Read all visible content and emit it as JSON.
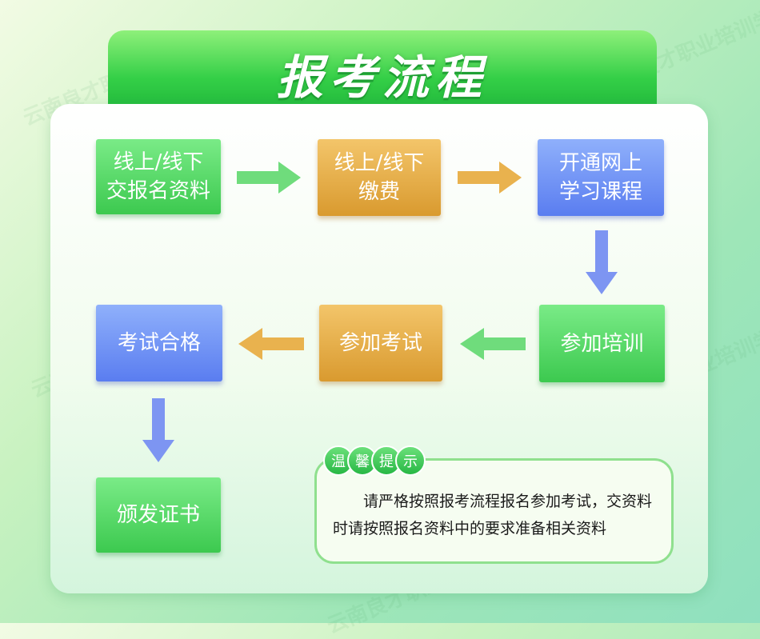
{
  "title": "报考流程",
  "watermark": "云南良才职业培训学校",
  "steps": [
    {
      "id": "s1",
      "text": "线上/线下\n交报名资料",
      "color": "green"
    },
    {
      "id": "s2",
      "text": "线上/线下\n缴费",
      "color": "orange"
    },
    {
      "id": "s3",
      "text": "开通网上\n学习课程",
      "color": "blue"
    },
    {
      "id": "s4",
      "text": "参加培训",
      "color": "green"
    },
    {
      "id": "s5",
      "text": "参加考试",
      "color": "orange"
    },
    {
      "id": "s6",
      "text": "考试合格",
      "color": "blue"
    },
    {
      "id": "s7",
      "text": "颁发证书",
      "color": "green"
    }
  ],
  "tip": {
    "label_chars": [
      "温",
      "馨",
      "提",
      "示"
    ],
    "text": "请严格按照报考流程报名参加考试，交资料时请按照报名资料中的要求准备相关资料"
  },
  "colors": {
    "green": "#3cc94f",
    "orange": "#d99a2f",
    "blue": "#5a7df0",
    "arrow_green": "#6fdc7c",
    "arrow_orange": "#e9b24e",
    "arrow_blue": "#7d95f2"
  }
}
